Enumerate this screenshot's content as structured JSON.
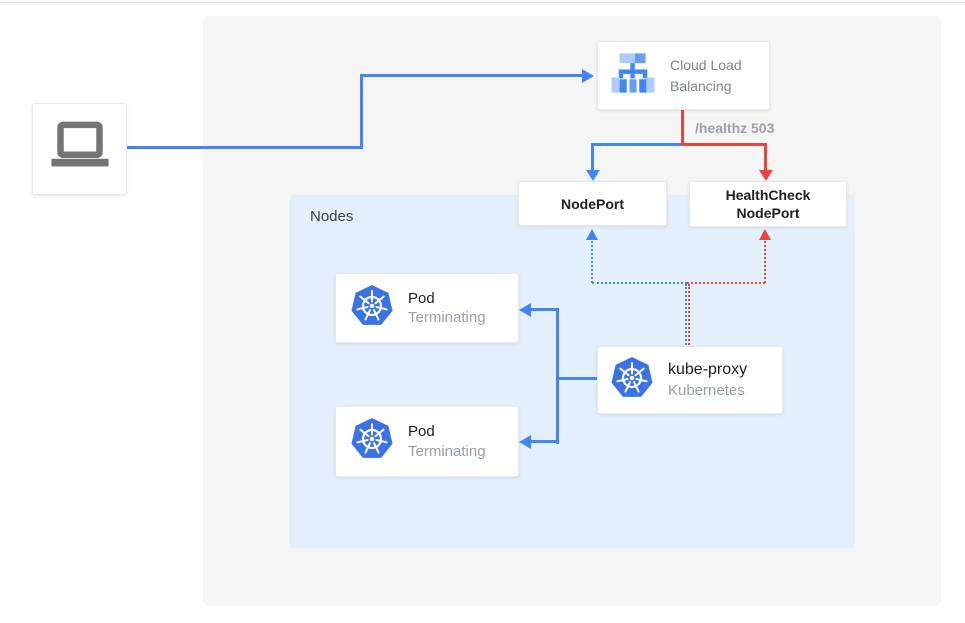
{
  "diagram": {
    "nodes_group_label": "Nodes",
    "load_balancer": {
      "label": "Cloud Load Balancing",
      "icon": "cloud-load-balancing-icon"
    },
    "healthz_annotation": "/healthz 503",
    "nodeport_label": "NodePort",
    "healthcheck_nodeport_label": "HealthCheck NodePort",
    "pods": [
      {
        "title": "Pod",
        "status": "Terminating",
        "icon": "kubernetes-icon"
      },
      {
        "title": "Pod",
        "status": "Terminating",
        "icon": "kubernetes-icon"
      }
    ],
    "kube_proxy": {
      "title": "kube-proxy",
      "subtitle": "Kubernetes",
      "icon": "kubernetes-icon"
    },
    "client": {
      "icon": "laptop-icon"
    },
    "colors": {
      "blue": "#4285f4",
      "red": "#e8453c",
      "nodes_bg": "#e3f0fc",
      "canvas_bg": "#f5f5f5",
      "muted_text": "#80868b",
      "kubernetes_blue": "#3b72e8",
      "laptop_gray": "#757575"
    }
  }
}
